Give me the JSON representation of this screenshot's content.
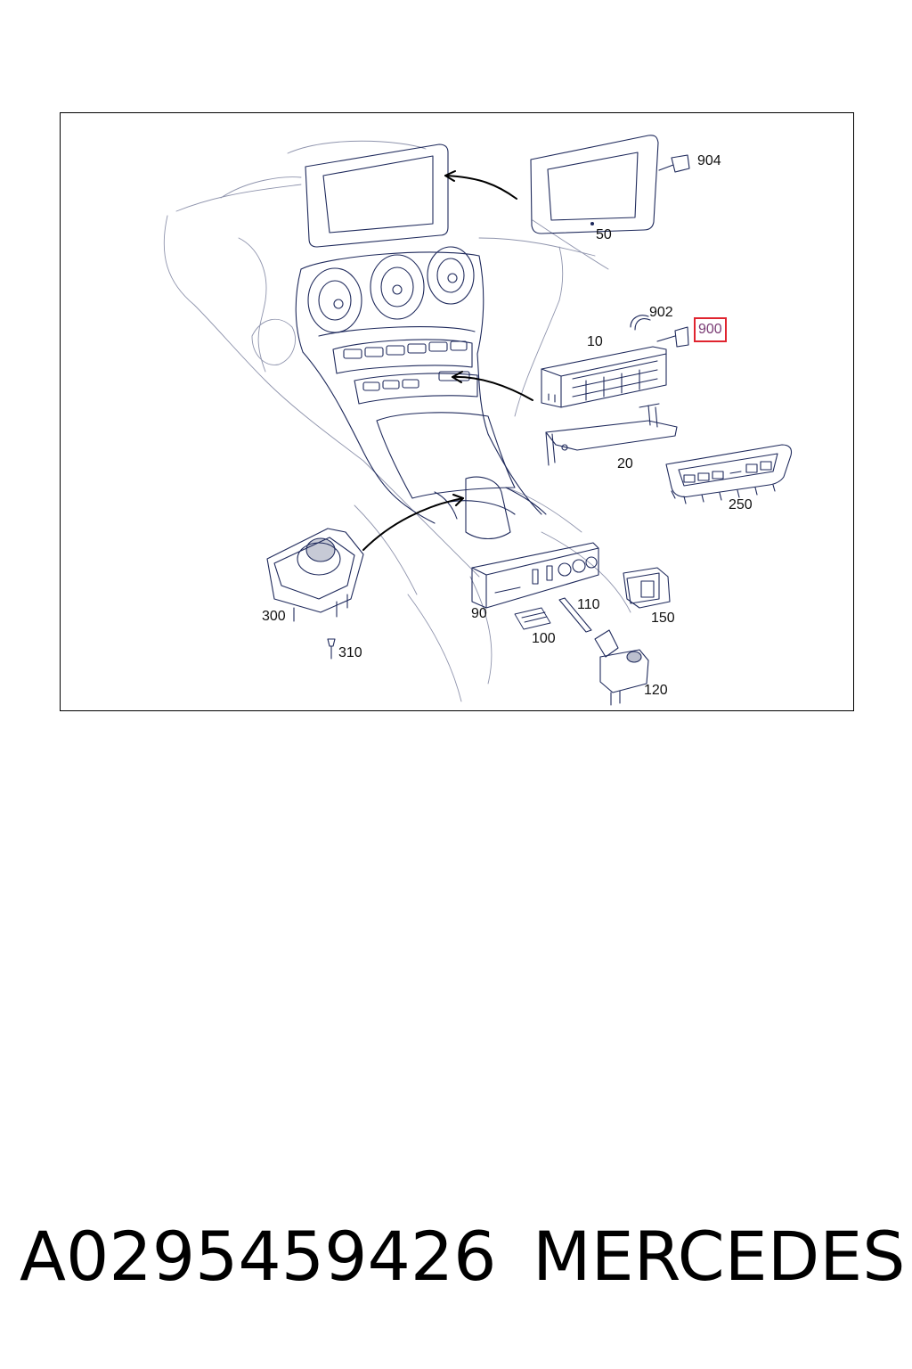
{
  "diagram": {
    "callouts": {
      "c904": "904",
      "c50": "50",
      "c902": "902",
      "c900": "900",
      "c10": "10",
      "c20": "20",
      "c250": "250",
      "c300": "300",
      "c310": "310",
      "c90": "90",
      "c110": "110",
      "c100": "100",
      "c150": "150",
      "c120": "120"
    },
    "highlighted_callout": "900",
    "highlight_color": "#e0242f",
    "line_color": "#1f2a5c"
  },
  "footer": {
    "part_number": "A0295459426",
    "brand": "MERCEDES"
  }
}
